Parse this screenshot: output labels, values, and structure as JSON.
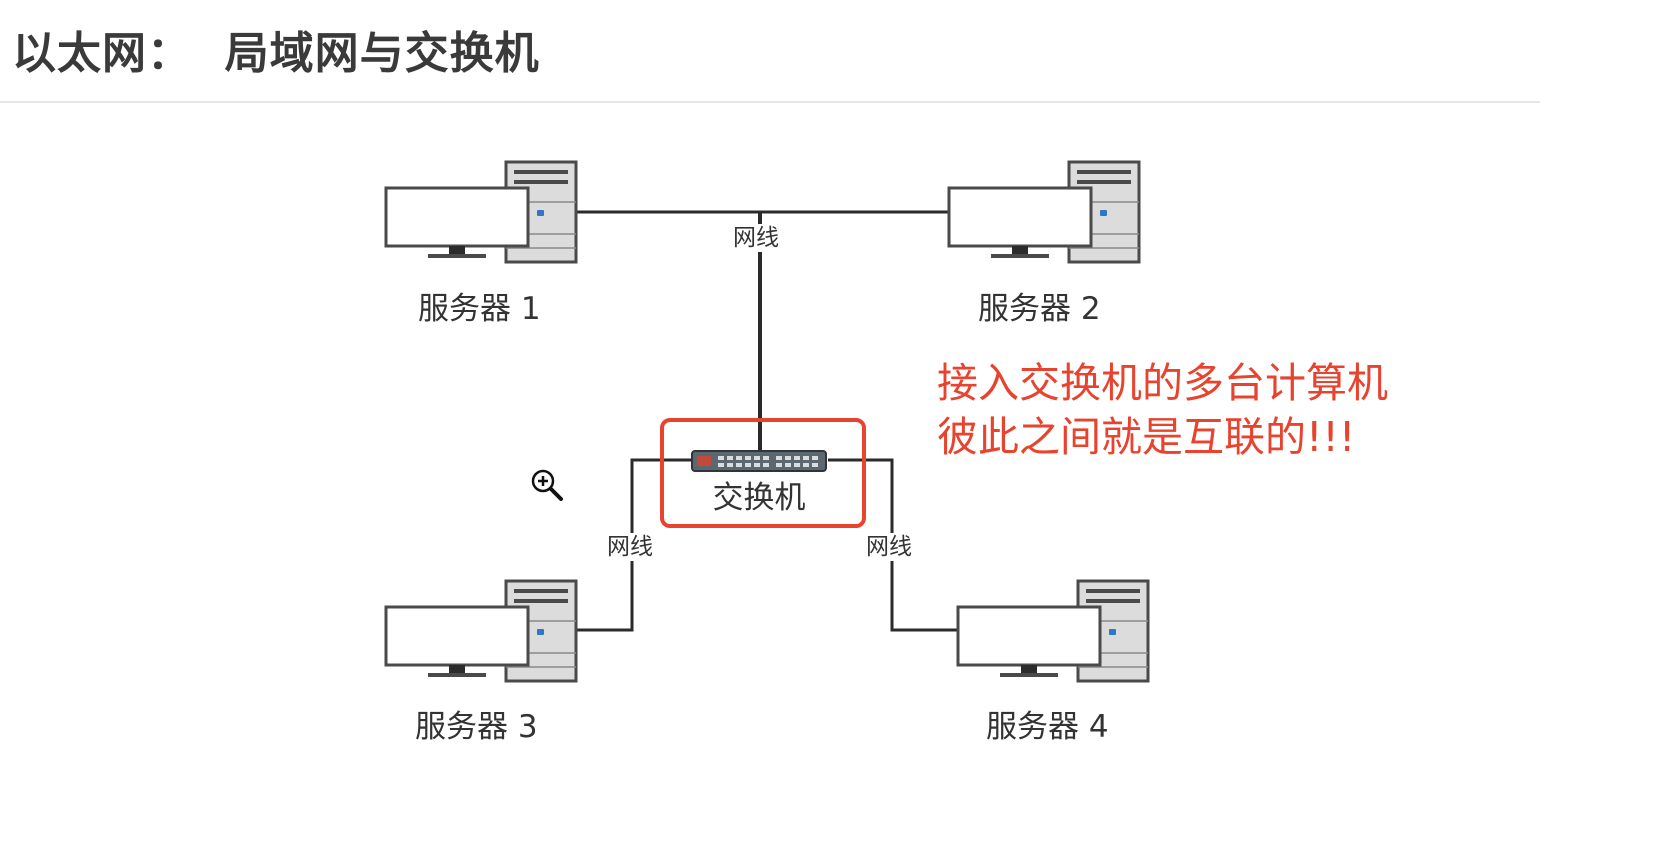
{
  "header": {
    "title": "以太网：  局域网与交换机"
  },
  "diagram": {
    "servers": [
      {
        "label": "服务器 1"
      },
      {
        "label": "服务器 2"
      },
      {
        "label": "服务器 3"
      },
      {
        "label": "服务器 4"
      }
    ],
    "cables": [
      {
        "label": "网线"
      },
      {
        "label": "网线"
      },
      {
        "label": "网线"
      }
    ],
    "switch": {
      "label": "交换机"
    },
    "annotation": {
      "lines": [
        "接入交换机的多台计算机",
        "彼此之间就是互联的!!!"
      ]
    }
  },
  "colors": {
    "highlight": "#e8432e",
    "line": "#333333",
    "title": "#3a3a3a",
    "device_gray": "#dcdcdc",
    "device_outline": "#4a4a4a"
  },
  "icons": {
    "cursor": "zoom-in-cursor-icon",
    "computer": "desktop-computer-icon",
    "switch": "network-switch-icon"
  }
}
